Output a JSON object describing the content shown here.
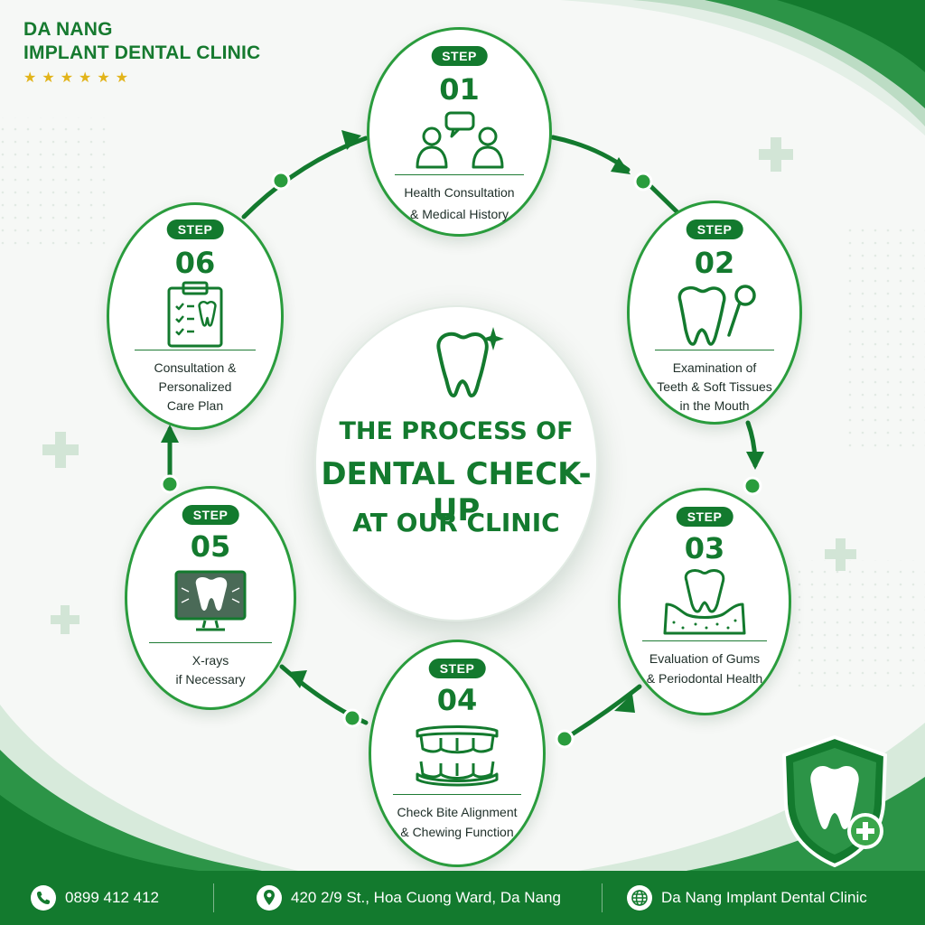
{
  "brand": {
    "line1": "DA NANG",
    "line2": "IMPLANT DENTAL CLINIC",
    "stars": "★★★★★★"
  },
  "center": {
    "line1": "THE PROCESS OF",
    "line2": "DENTAL CHECK-UP",
    "line3": "AT OUR CLINIC",
    "icon": "sparkle-tooth-icon"
  },
  "steps": [
    {
      "badge": "STEP",
      "number": "01",
      "caption_1": "Health Consultation",
      "caption_2": "& Medical History",
      "icon": "consultation-chat-icon"
    },
    {
      "badge": "STEP",
      "number": "02",
      "caption_1": "Examination of",
      "caption_2": "Teeth & Soft Tissues",
      "caption_3": "in the Mouth",
      "icon": "tooth-mirror-icon"
    },
    {
      "badge": "STEP",
      "number": "03",
      "caption_1": "Evaluation of Gums",
      "caption_2": "& Periodontal Health",
      "icon": "tooth-gum-icon"
    },
    {
      "badge": "STEP",
      "number": "04",
      "caption_1": "Check Bite Alignment",
      "caption_2": "& Chewing Function",
      "icon": "teeth-bite-icon"
    },
    {
      "badge": "STEP",
      "number": "05",
      "caption_1": "X-rays",
      "caption_2": "if Necessary",
      "icon": "xray-monitor-icon"
    },
    {
      "badge": "STEP",
      "number": "06",
      "caption_1": "Consultation &",
      "caption_2": "Personalized",
      "caption_3": "Care Plan",
      "icon": "clipboard-plan-icon"
    }
  ],
  "footer": {
    "phone": "0899 412 412",
    "address": "420 2/9 St., Hoa Cuong Ward, Da Nang",
    "website": "Da Nang Implant Dental Clinic"
  },
  "colors": {
    "primary": "#137a2e",
    "accent": "#2a9c3d",
    "star": "#e2b41a"
  }
}
